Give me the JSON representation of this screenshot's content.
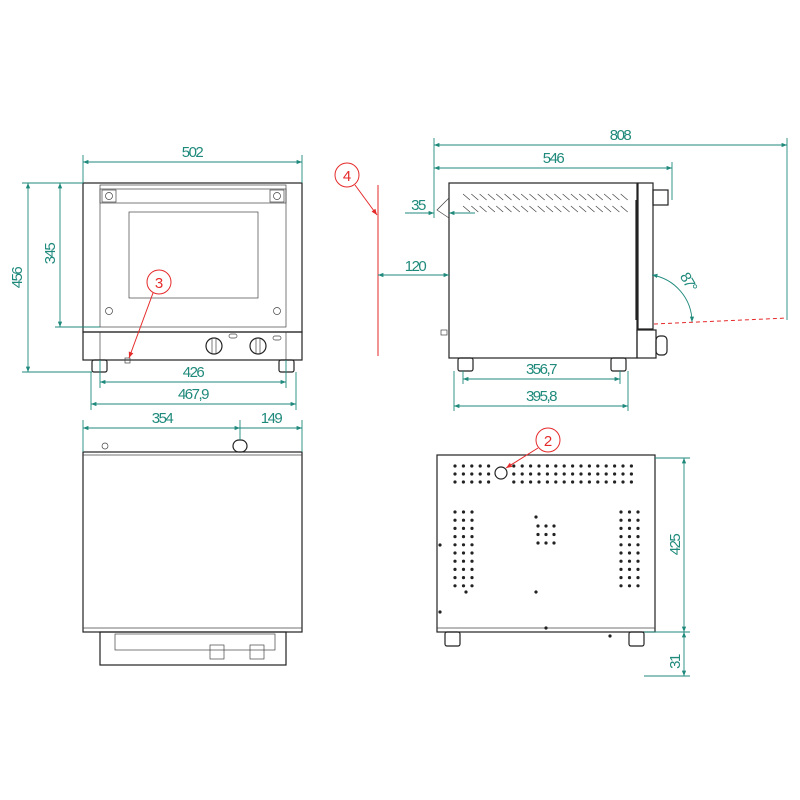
{
  "colors": {
    "dimension": "#1f8a7c",
    "callout": "#e52a2a",
    "outline": "#222222"
  },
  "front_view": {
    "width": "502",
    "height_total": "456",
    "height_door": "345",
    "feet_inner": "426",
    "feet_outer": "467,9",
    "callout": "3"
  },
  "side_view": {
    "depth_open": "808",
    "depth": "546",
    "offset": "35",
    "wall_clearance": "120",
    "door_angle": "87°",
    "feet_inner": "356,7",
    "feet_outer": "395,8",
    "callout_wall": "4"
  },
  "top_view": {
    "dim_left": "354",
    "dim_right": "149"
  },
  "rear_view": {
    "height": "425",
    "feet_height": "31",
    "callout": "2"
  }
}
